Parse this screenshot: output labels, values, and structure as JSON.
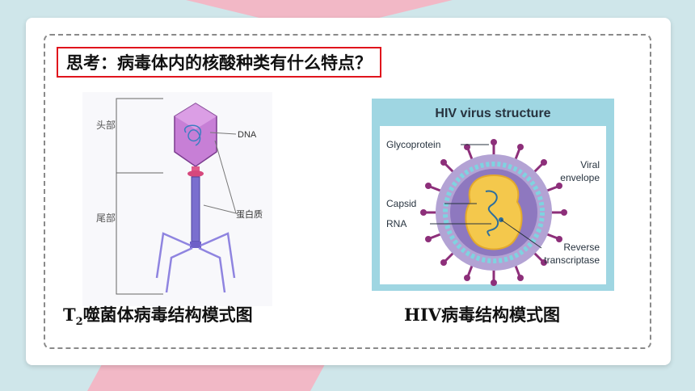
{
  "question": "思考：病毒体内的核酸种类有什么特点？",
  "phage_figure": {
    "labels": {
      "head": "头部",
      "tail": "尾部",
      "dna": "DNA",
      "protein": "蛋白质"
    },
    "caption_t": "T",
    "caption_sub": "2",
    "caption_rest": "噬菌体病毒结构模式图"
  },
  "hiv_figure": {
    "title": "HIV virus structure",
    "labels": {
      "glycoprotein": "Glycoprotein",
      "viral": "Viral",
      "envelope": "envelope",
      "capsid": "Capsid",
      "rna": "RNA",
      "reverse": "Reverse",
      "transcriptase": "transcriptase"
    },
    "caption": "HIV病毒结构模式图"
  }
}
